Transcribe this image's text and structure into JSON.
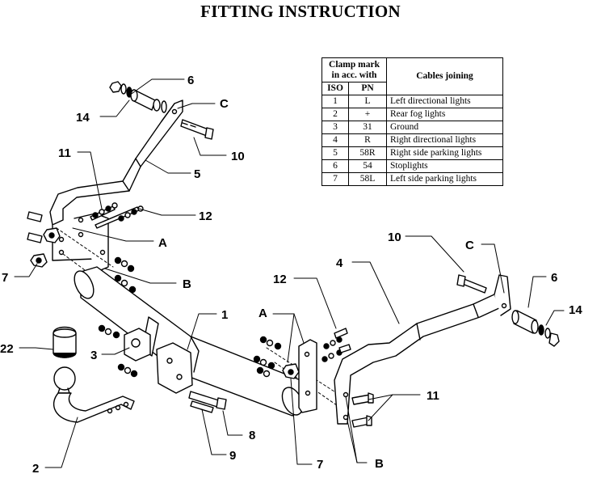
{
  "title": "FITTING INSTRUCTION",
  "table": {
    "header_clamp_line1": "Clamp mark",
    "header_clamp_line2": "in acc. with",
    "header_cables": "Cables joining",
    "col_iso": "ISO",
    "col_pn": "PN",
    "rows": [
      {
        "iso": "1",
        "pn": "L",
        "desc": "Left directional lights"
      },
      {
        "iso": "2",
        "pn": "+",
        "desc": "Rear fog lights"
      },
      {
        "iso": "3",
        "pn": "31",
        "desc": "Ground"
      },
      {
        "iso": "4",
        "pn": "R",
        "desc": "Right directional lights"
      },
      {
        "iso": "5",
        "pn": "58R",
        "desc": "Right side parking lights"
      },
      {
        "iso": "6",
        "pn": "54",
        "desc": "Stoplights"
      },
      {
        "iso": "7",
        "pn": "58L",
        "desc": "Left side parking lights"
      }
    ]
  },
  "labels": {
    "l6_top": "6",
    "l14_left": "14",
    "lC_top": "C",
    "l10_top": "10",
    "l5": "5",
    "l11_top": "11",
    "l12_top": "12",
    "lA_left": "A",
    "lB_left": "B",
    "l7_left": "7",
    "l1": "1",
    "l3": "3",
    "l22": "22",
    "l2": "2",
    "l8": "8",
    "l9": "9",
    "lA_mid": "A",
    "l12_mid": "12",
    "l7_bottom": "7",
    "l4": "4",
    "l10_right": "10",
    "lC_right": "C",
    "l6_right": "6",
    "l14_right": "14",
    "l11_right": "11",
    "lB_right": "B"
  }
}
